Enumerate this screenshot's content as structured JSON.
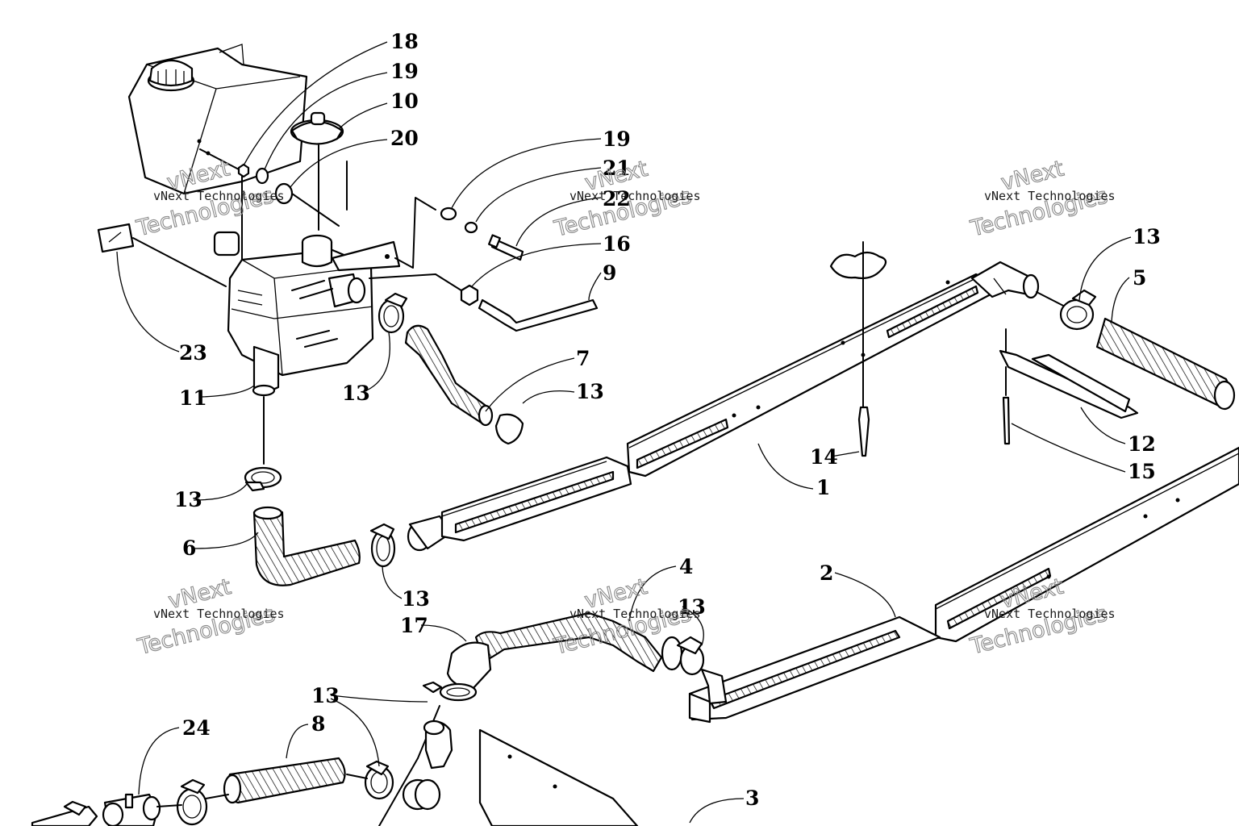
{
  "callouts": {
    "c18": "18",
    "c19a": "19",
    "c10": "10",
    "c20": "20",
    "c19b": "19",
    "c21": "21",
    "c22": "22",
    "c16": "16",
    "c9": "9",
    "c23": "23",
    "c11": "11",
    "c13a": "13",
    "c7": "7",
    "c13b": "13",
    "c13c": "13",
    "c13d": "13",
    "c5": "5",
    "c14": "14",
    "c1": "1",
    "c12": "12",
    "c15": "15",
    "c6": "6",
    "c13e": "13",
    "c4": "4",
    "c2": "2",
    "c17": "17",
    "c13f": "13",
    "c13g": "13",
    "c24": "24",
    "c8": "8",
    "c3": "3"
  },
  "watermark": {
    "line_small": "vNext Technologies",
    "line_big_1": "vNext",
    "line_big_2": "Technologies"
  }
}
